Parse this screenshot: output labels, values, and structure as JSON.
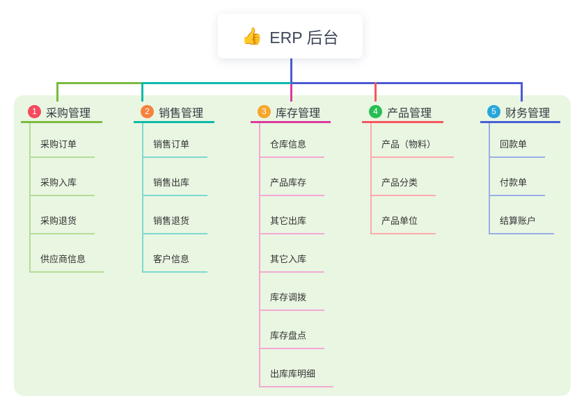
{
  "root": {
    "emoji": "👍",
    "emoji_name": "thumbs-up-icon",
    "label": "ERP 后台",
    "line_color": "#4B5BD3"
  },
  "branches": [
    {
      "num": "1",
      "label": "采购管理",
      "line_color": "#7CBA3F",
      "child_line_color": "#B5DC98",
      "badge_color": "#F54A5E",
      "children": [
        "采购订单",
        "采购入库",
        "采购退货",
        "供应商信息"
      ]
    },
    {
      "num": "2",
      "label": "销售管理",
      "line_color": "#0FB9A8",
      "child_line_color": "#7DD9CE",
      "badge_color": "#F7823B",
      "children": [
        "销售订单",
        "销售出库",
        "销售退货",
        "客户信息"
      ]
    },
    {
      "num": "3",
      "label": "库存管理",
      "line_color": "#DB3A9E",
      "child_line_color": "#F4A8D3",
      "badge_color": "#F8A62B",
      "children": [
        "仓库信息",
        "产品库存",
        "其它出库",
        "其它入库",
        "库存调拨",
        "库存盘点",
        "出库库明细"
      ]
    },
    {
      "num": "4",
      "label": "产品管理",
      "line_color": "#F8555E",
      "child_line_color": "#FBA9AD",
      "badge_color": "#27BD53",
      "children": [
        "产品（物料）",
        "产品分类",
        "产品单位"
      ]
    },
    {
      "num": "5",
      "label": "财务管理",
      "line_color": "#4660D4",
      "child_line_color": "#9AAEE5",
      "badge_color": "#28A6DB",
      "children": [
        "回款单",
        "付款单",
        "结算账户"
      ]
    }
  ],
  "panel_background": "#E9F6E2"
}
